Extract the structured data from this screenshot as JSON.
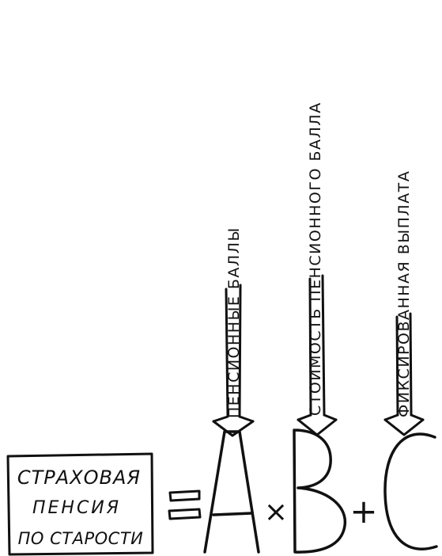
{
  "result_box": {
    "line1": "СТРАХОВАЯ",
    "line2": "ПЕНСИЯ",
    "line3": "ПО СТАРОСТИ"
  },
  "formula": {
    "equals": "=",
    "var_a": "A",
    "times": "×",
    "var_b": "B",
    "plus": "+",
    "var_c": "C"
  },
  "labels": {
    "a": "ПЕНСИОННЫЕ БАЛЛЫ",
    "b": "СТОИМОСТЬ ПЕНСИОННОГО БАЛЛА",
    "c": "ФИКСИРОВАННАЯ ВЫПЛАТА"
  }
}
